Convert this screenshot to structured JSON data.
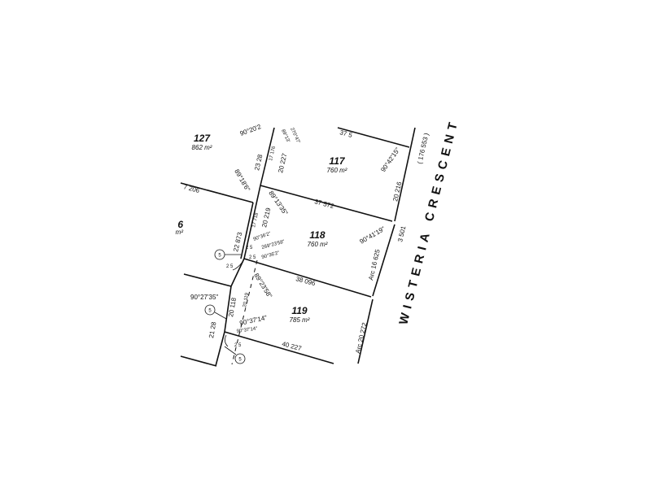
{
  "lots": [
    {
      "number": "127",
      "area": "862 m²"
    },
    {
      "number": "117",
      "area": "760 m²"
    },
    {
      "number": "118",
      "area": "760 m²"
    },
    {
      "number": "119",
      "area": "785 m²"
    },
    {
      "number": "6",
      "area": "m²"
    }
  ],
  "road_name": "WISTERIA CRESCENT",
  "dimensions": {
    "d_37_5": "37 5",
    "d_176553": "( 176 553 )",
    "a_90_42_15": "90°42'15\"",
    "d_20_216": "20 216",
    "a_90_20": "90°20'2",
    "d_23_28": "23 28",
    "d_17_176": "17 176",
    "d_20_227": "20 227",
    "a_small1": "89°13'",
    "a_small2": "270°47'",
    "a_89_18": "89°18'6\"",
    "d_7_206": "7 206",
    "a_89_13_35": "89°13'35\"",
    "d_37_572": "37 572",
    "d_17_718": "17 718",
    "d_20_219": "20 219",
    "a_90_41_19": "90°41'19\"",
    "d_3_501": "3 501",
    "d_22_873": "22 873",
    "d_2_5a": "2 5",
    "a_90_36_2a": "90°36'2\"",
    "a_269_23_58": "269°23'58\"",
    "a_90_36_2b": "90°36'2\"",
    "d_2_5b": "2 5",
    "d_2_5c": "2 5",
    "d_arc_16_625": "Arc 16 625",
    "a_89_23_58": "89°23'58\"",
    "d_38_096": "38 096",
    "a_90_27_35": "90°27'35\"",
    "d_20_118": "20 118",
    "d_20_119": "20 119",
    "a_90_37_14a": "90°37'14\"",
    "a_90_37_14b": "90°37'14\"",
    "d_21_28": "21 28",
    "d_2_5d": "2 5",
    "d_40_227": "40 227",
    "d_arc_20_272": "Arc 20 272"
  },
  "easement_marker": "5"
}
